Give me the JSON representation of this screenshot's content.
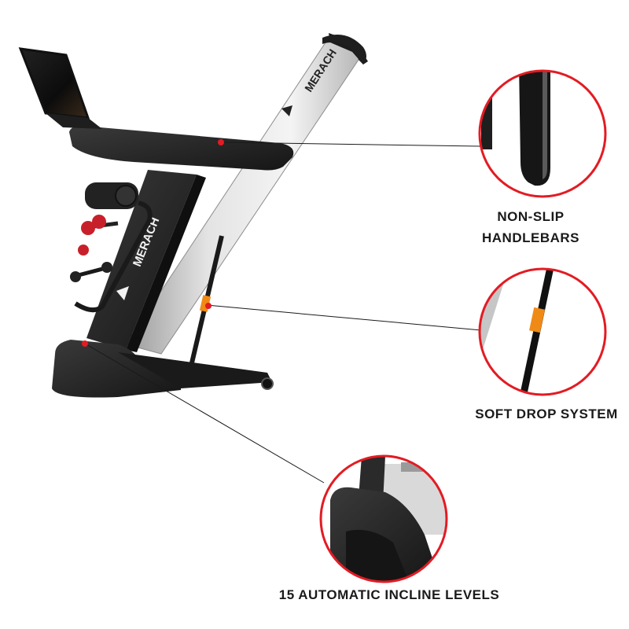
{
  "brand": {
    "name": "MERACH"
  },
  "callouts": [
    {
      "label_lines": [
        "NON-SLIP",
        "HANDLEBARS"
      ]
    },
    {
      "label_lines": [
        "SOFT DROP SYSTEM"
      ]
    },
    {
      "label_lines": [
        "15 AUTOMATIC INCLINE LEVELS"
      ]
    }
  ],
  "colors": {
    "frame": "#2b2b2b",
    "silver": "#c9c9c9",
    "callout_ring": "#e31b23",
    "marker_dot": "#e31b23",
    "accent_orange": "#f08a16",
    "dumbbell": "#c8202a",
    "label": "#1a1a1a"
  }
}
